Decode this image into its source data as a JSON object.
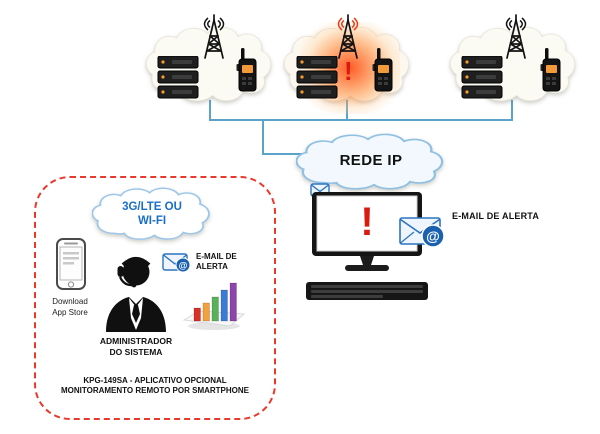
{
  "colors": {
    "connector_line": "#5ba3c9",
    "dashed_border": "#e8392b",
    "alert_red": "#d81b10",
    "blue_text": "#1a6fc4",
    "envelope_blue": "#1a62b0"
  },
  "icons": {
    "at_symbol": "@"
  },
  "sites": {
    "alert_exclamation": "!"
  },
  "rede_ip": {
    "label": "REDE IP"
  },
  "monitor": {
    "alert_exclamation": "!"
  },
  "email_alert_right": {
    "label": "E-MAIL DE ALERTA"
  },
  "smartphone_zone": {
    "cloud_line1": "3G/LTE OU",
    "cloud_line2": "WI-FI",
    "download_line1": "Download",
    "download_line2": "App Store",
    "email_line1": "E-MAIL DE",
    "email_line2": "ALERTA",
    "admin_line1": "ADMINISTRADOR",
    "admin_line2": "DO SISTEMA",
    "footer_line1": "KPG-149SA - APLICATIVO OPCIONAL",
    "footer_line2": "MONITORAMENTO REMOTO POR SMARTPHONE"
  }
}
